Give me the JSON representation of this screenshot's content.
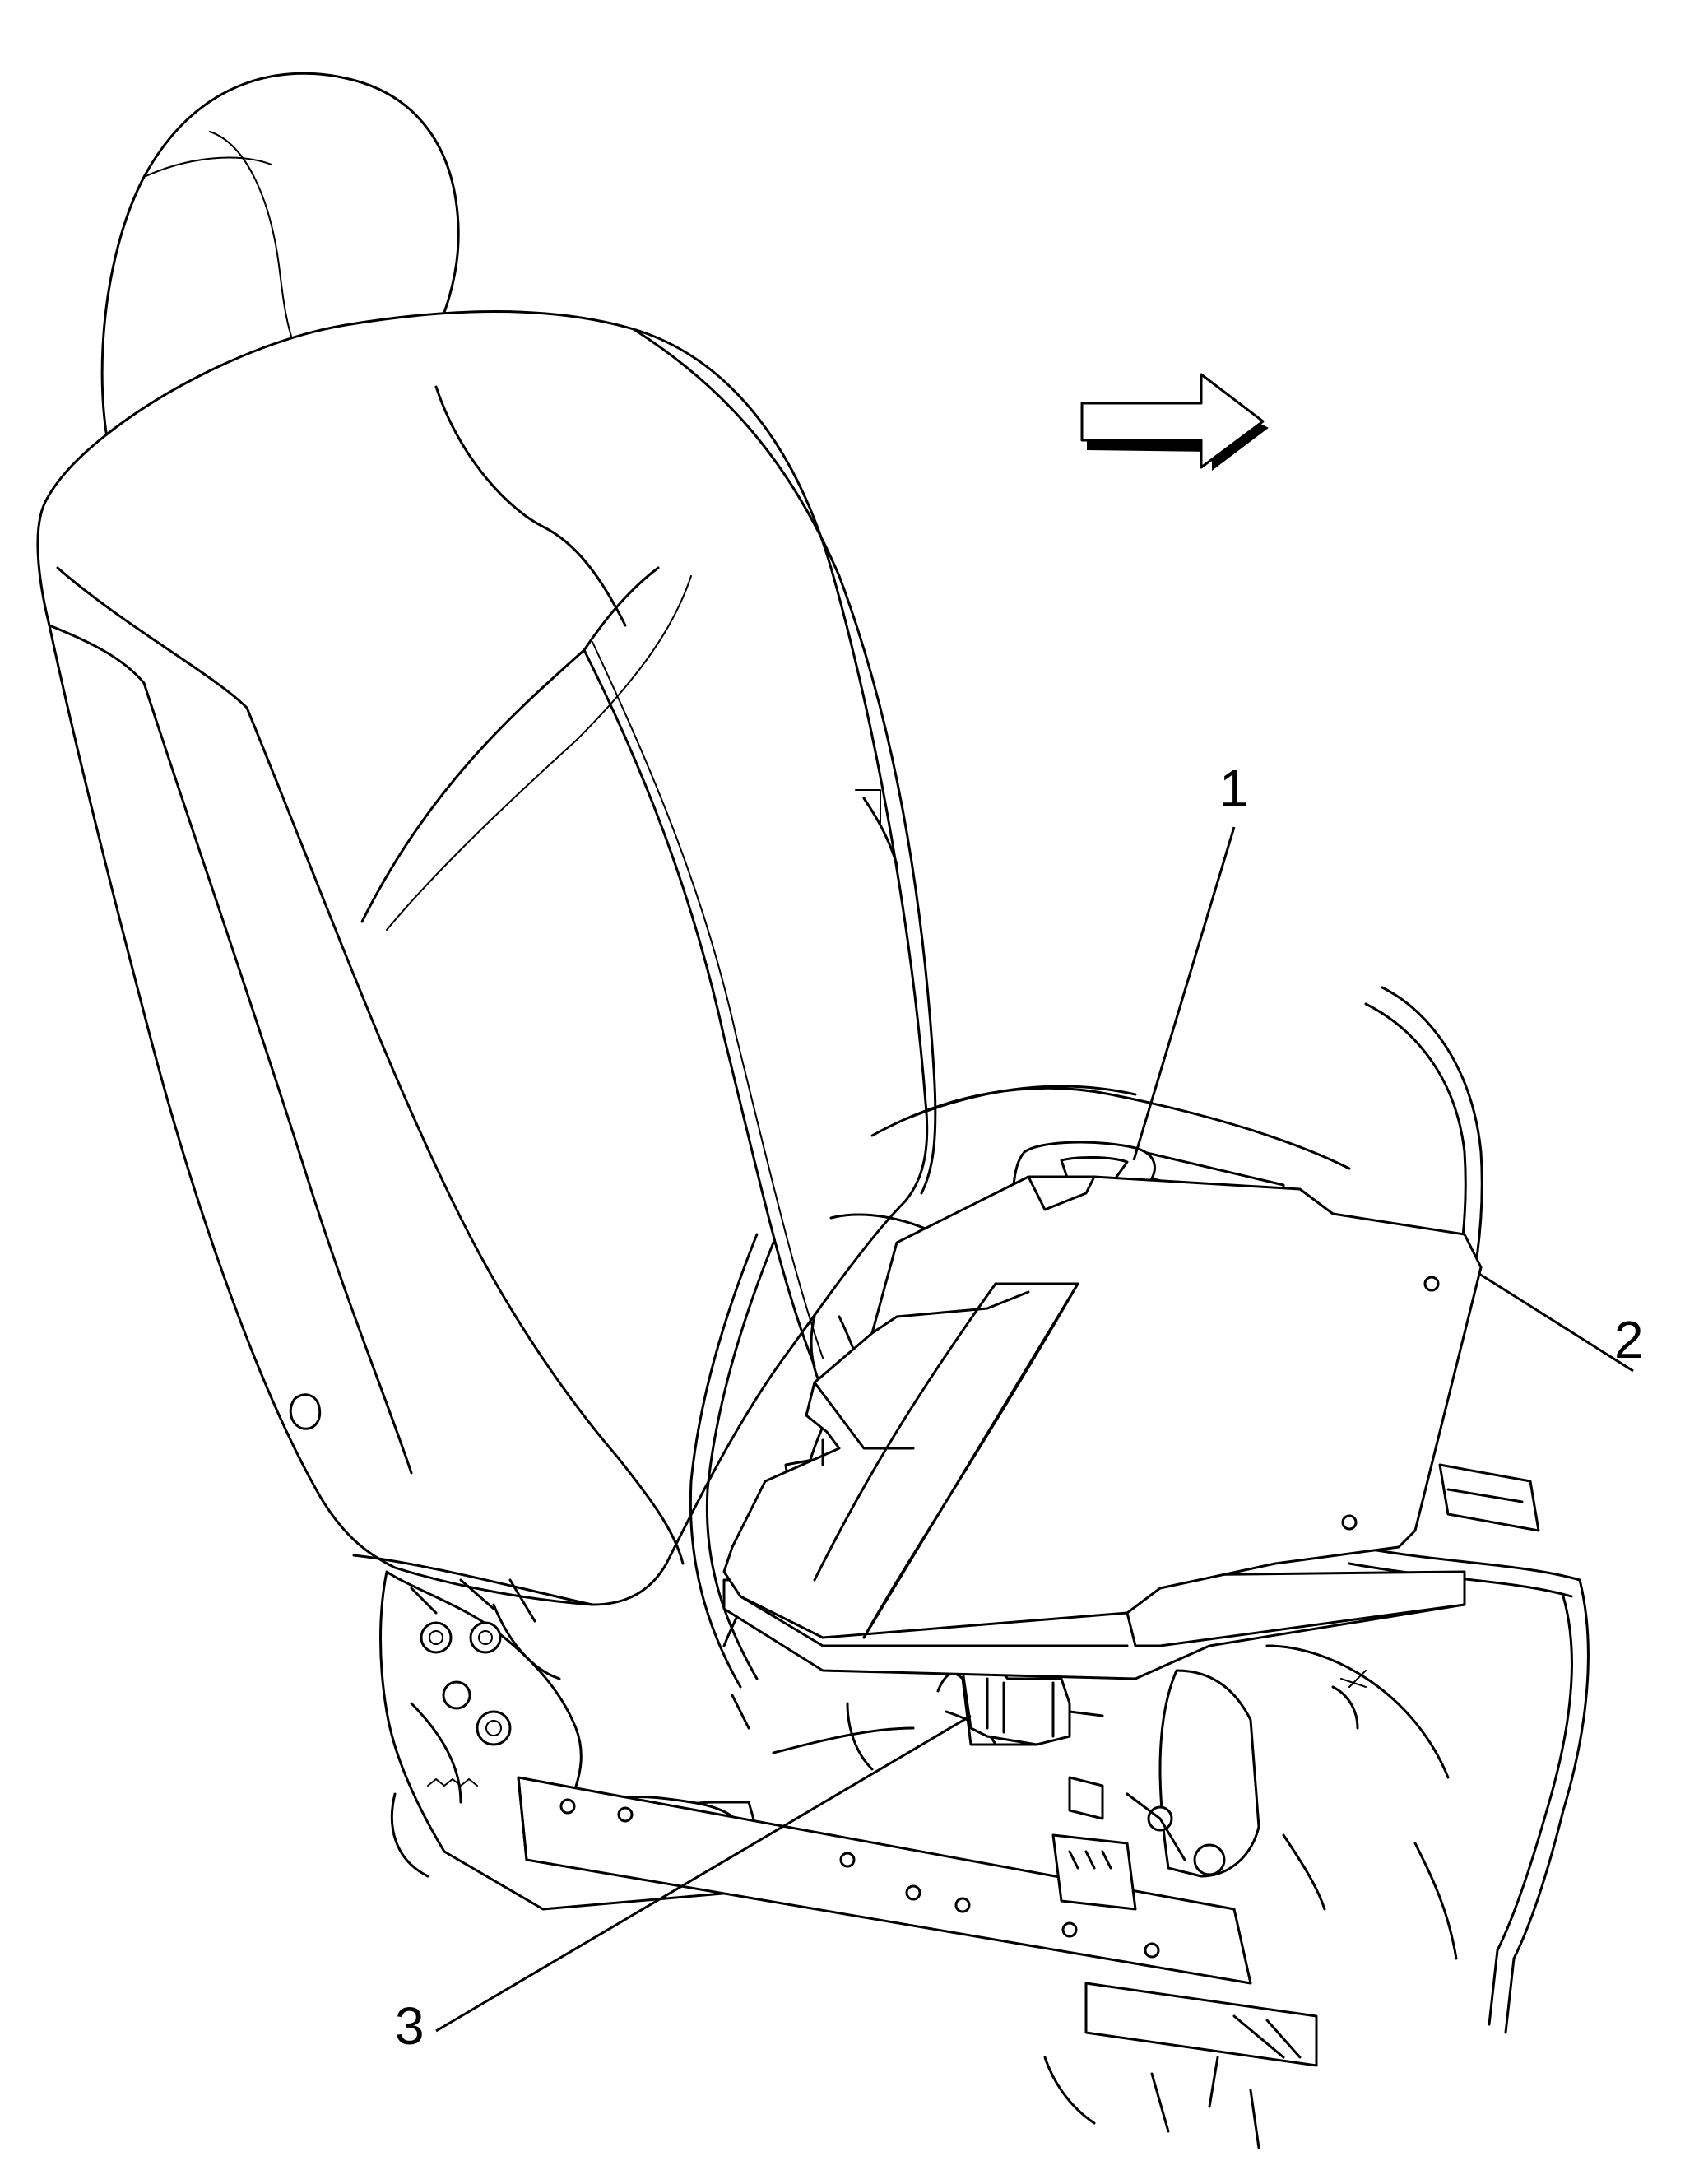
{
  "diagram": {
    "callouts": [
      {
        "id": "1",
        "label": "1"
      },
      {
        "id": "2",
        "label": "2"
      },
      {
        "id": "3",
        "label": "3"
      }
    ],
    "icons": {
      "direction_arrow": "arrow-right-icon"
    },
    "colors": {
      "line": "#000000",
      "background": "#ffffff"
    }
  }
}
